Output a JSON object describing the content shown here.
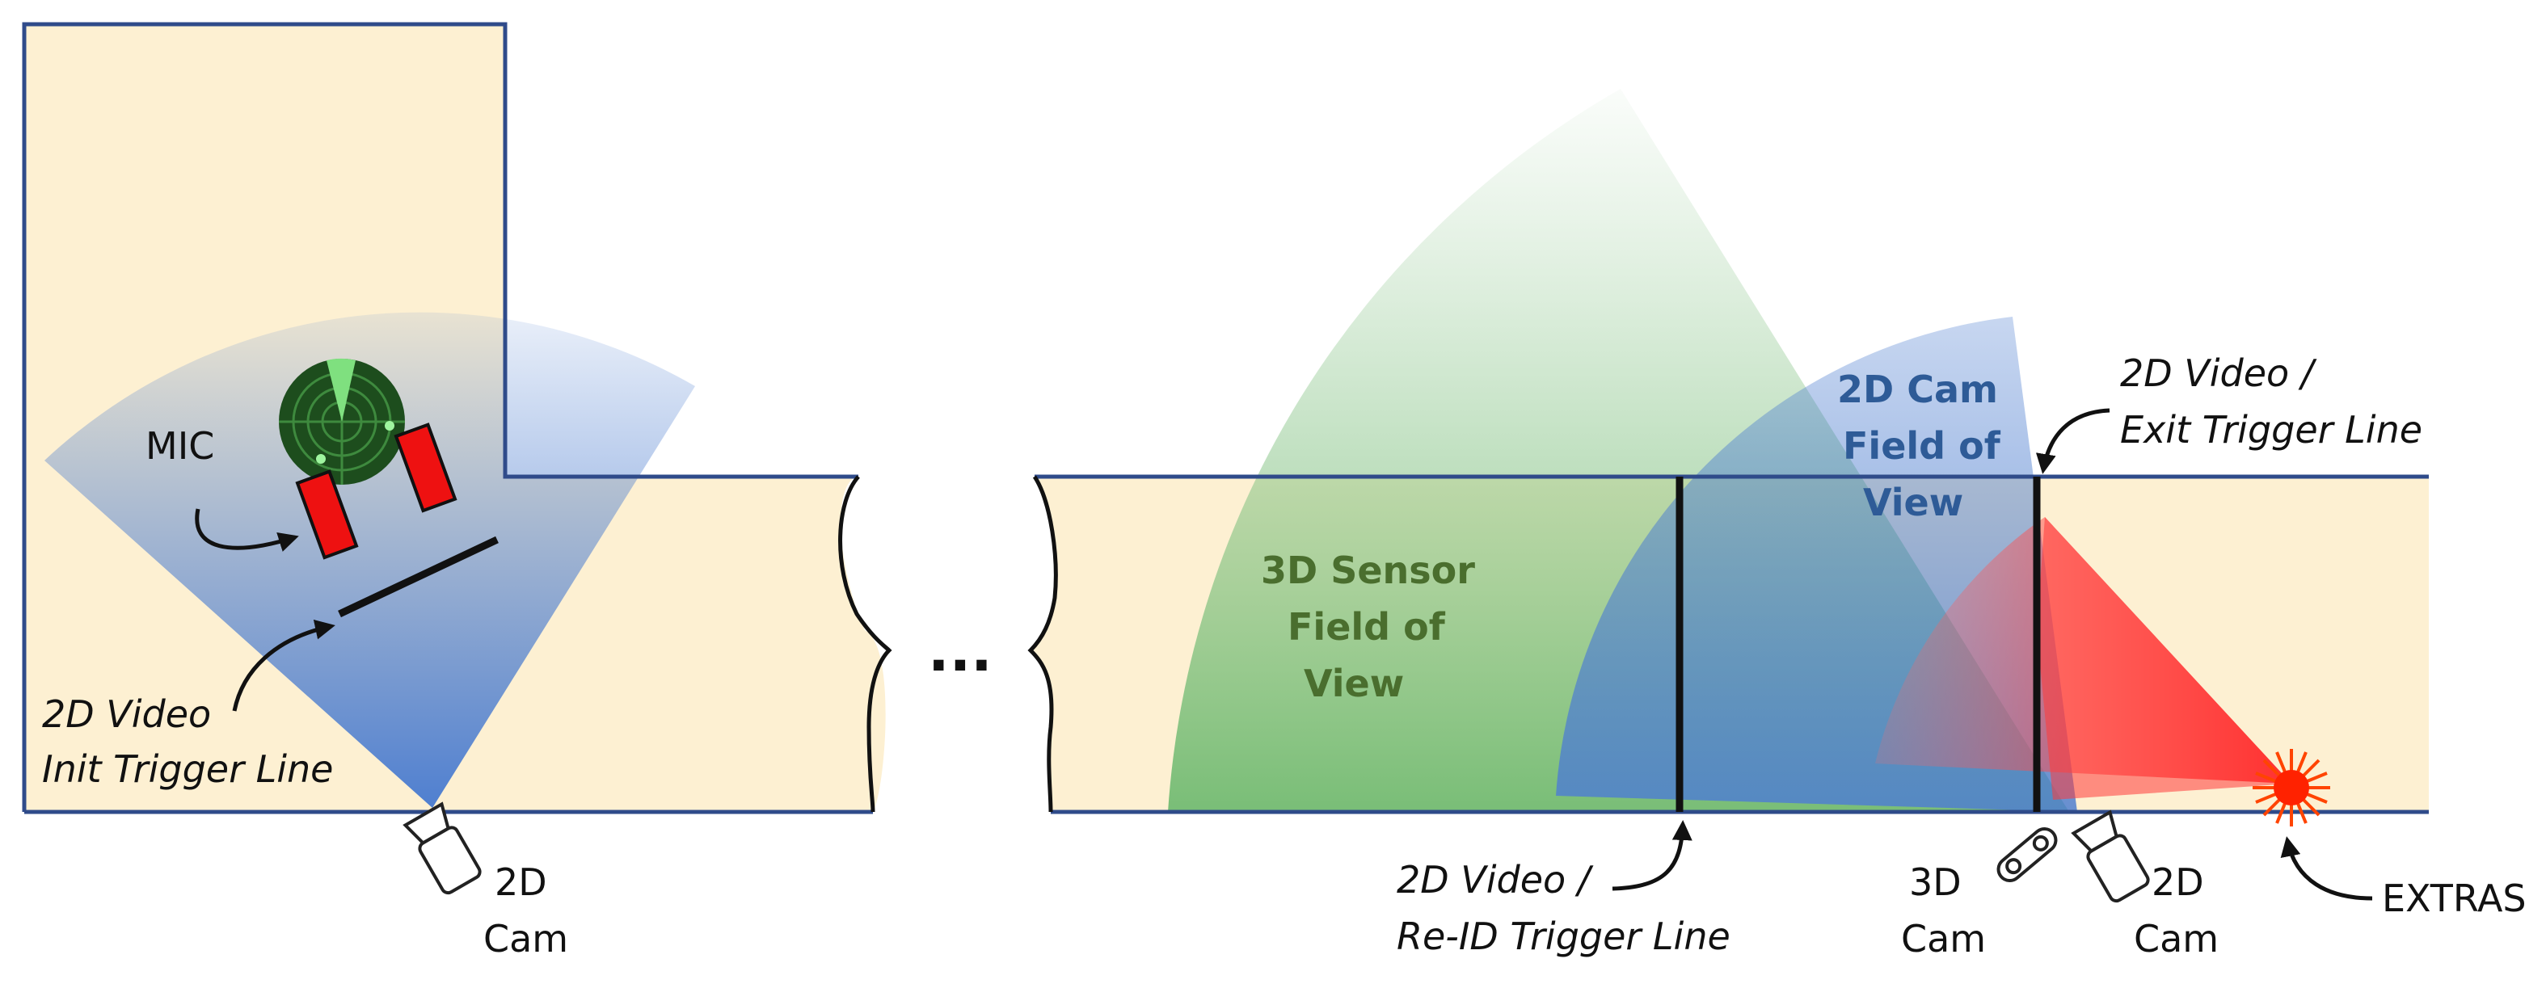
{
  "labels": {
    "mic": "MIC",
    "init_trigger_line1": "2D Video",
    "init_trigger_line2": "Init Trigger Line",
    "left_cam_line1": "2D",
    "left_cam_line2": "Cam",
    "ellipsis": "...",
    "sensor3d_fov_line1": "3D Sensor",
    "sensor3d_fov_line2": "Field of",
    "sensor3d_fov_line3": "View",
    "cam2d_fov_line1": "2D Cam",
    "cam2d_fov_line2": "Field of",
    "cam2d_fov_line3": "View",
    "exit_trigger_line1": "2D Video /",
    "exit_trigger_line2": "Exit Trigger Line",
    "reid_trigger_line1": "2D Video /",
    "reid_trigger_line2": "Re-ID Trigger Line",
    "cam3d_line1": "3D",
    "cam3d_line2": "Cam",
    "right_cam_line1": "2D",
    "right_cam_line2": "Cam",
    "extras": "EXTRAS"
  },
  "colors": {
    "floor": "#fdf0d2",
    "outline": "#2f4b8a",
    "fov_blue": "#4f7fd0",
    "fov_green": "#8cc58c",
    "fov_red": "#ff2a2a",
    "mic_red": "#ee1111",
    "radar_green": "#1d4d1d",
    "text_green": "#4a6e2e",
    "text_blue": "#2e5b97"
  }
}
